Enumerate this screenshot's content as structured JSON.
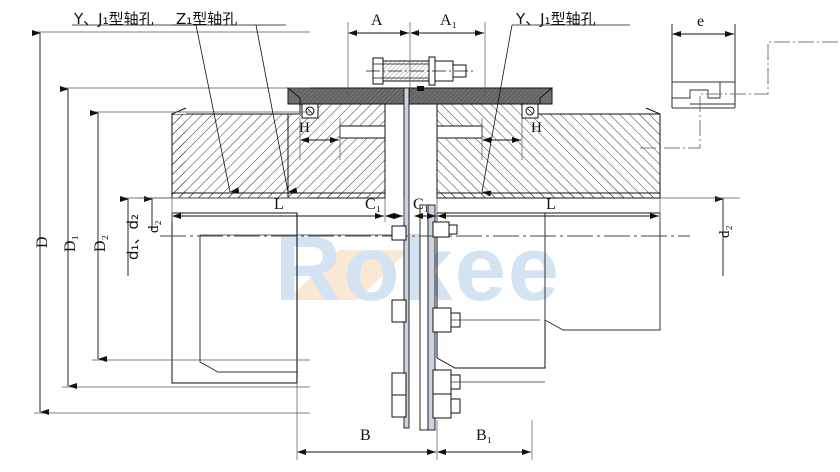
{
  "drawing": {
    "title": "Gear coupling cross-section technical drawing",
    "type": "engineering-cross-section",
    "watermark": {
      "text": "Rokee",
      "color": "#cfe0f0",
      "accent_color": "#f2c49a"
    },
    "line_color": "#1a1a1a",
    "hatch_color": "#2b2b2b",
    "cover_fill": "#6e6e6e"
  },
  "callouts": [
    {
      "id": "callout-left-yj1",
      "text": "Y、J1型轴孔",
      "display": "Y、J₁型轴孔"
    },
    {
      "id": "callout-left-z1",
      "text": "Z1型轴孔",
      "display": "Z₁型轴孔"
    },
    {
      "id": "callout-right-yj1",
      "text": "Y、J1型轴孔",
      "display": "Y、J₁型轴孔"
    }
  ],
  "dimensions": {
    "horizontal_top": [
      {
        "id": "dim-A",
        "label": "A",
        "display": "A"
      },
      {
        "id": "dim-A1",
        "label": "A1",
        "display": "A₁"
      },
      {
        "id": "dim-e",
        "label": "e",
        "display": "e"
      }
    ],
    "horizontal_mid": [
      {
        "id": "dim-L-left",
        "label": "L",
        "display": "L"
      },
      {
        "id": "dim-C1-left",
        "label": "C1",
        "display": "C₁"
      },
      {
        "id": "dim-C1-right",
        "label": "C1",
        "display": "C₁"
      },
      {
        "id": "dim-L-right",
        "label": "L",
        "display": "L"
      }
    ],
    "horizontal_bottom": [
      {
        "id": "dim-B",
        "label": "B",
        "display": "B"
      },
      {
        "id": "dim-B1",
        "label": "B1",
        "display": "B₁"
      }
    ],
    "horizontal_small": [
      {
        "id": "dim-H-left",
        "label": "H",
        "display": "H"
      },
      {
        "id": "dim-H-right",
        "label": "H",
        "display": "H"
      }
    ],
    "vertical_left": [
      {
        "id": "dim-D",
        "label": "D",
        "display": "D"
      },
      {
        "id": "dim-D1",
        "label": "D1",
        "display": "D₁"
      },
      {
        "id": "dim-D2",
        "label": "D2",
        "display": "D₂"
      },
      {
        "id": "dim-d1-d2",
        "label": "d1、d2",
        "display": "d₁、d₂"
      }
    ],
    "vertical_inner": [
      {
        "id": "dim-d2-left",
        "label": "d2",
        "display": "d₂"
      },
      {
        "id": "dim-d2-right",
        "label": "d2",
        "display": "d₂"
      }
    ]
  }
}
